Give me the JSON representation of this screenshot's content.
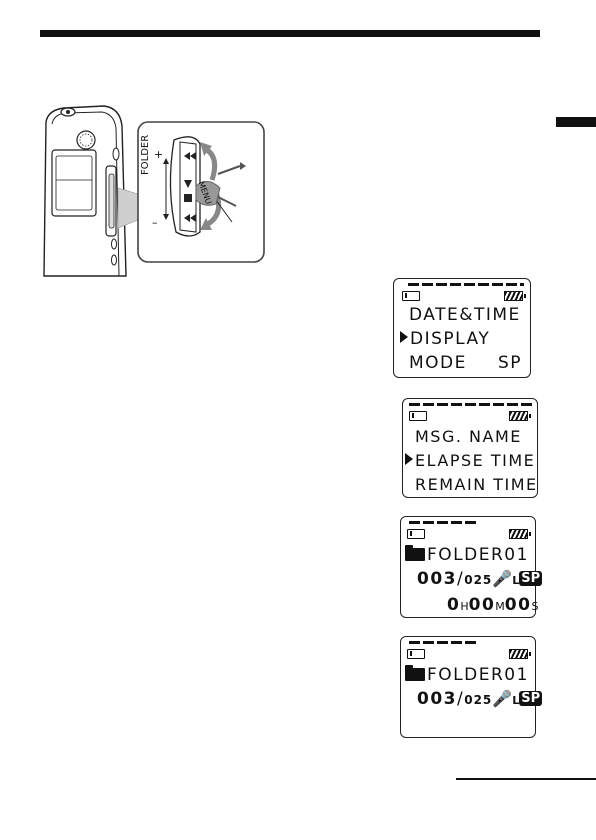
{
  "device_illustration": {
    "labels": {
      "folder": "FOLDER",
      "plus": "+",
      "minus": "–",
      "menu": "MENU"
    }
  },
  "screens": [
    {
      "lines": [
        {
          "text": "DATE&TIME",
          "selected": false,
          "value": ""
        },
        {
          "text": "DISPLAY",
          "selected": true,
          "value": ""
        },
        {
          "text": "MODE",
          "selected": false,
          "value": "SP"
        }
      ]
    },
    {
      "lines": [
        {
          "text": "MSG. NAME",
          "selected": false
        },
        {
          "text": "ELAPSE TIME",
          "selected": true
        },
        {
          "text": "REMAIN TIME",
          "selected": false
        }
      ]
    },
    {
      "folder_name": "FOLDER01",
      "message_number": "003",
      "message_total": "025",
      "mic_sensitivity": "L",
      "mode_badge": "SP",
      "elapsed": {
        "h": "0",
        "h_unit": "H",
        "m": "00",
        "m_unit": "M",
        "s": "00",
        "s_unit": "S"
      }
    },
    {
      "folder_name": "FOLDER01",
      "message_number": "003",
      "message_total": "025",
      "mic_sensitivity": "L",
      "mode_badge": "SP"
    }
  ]
}
